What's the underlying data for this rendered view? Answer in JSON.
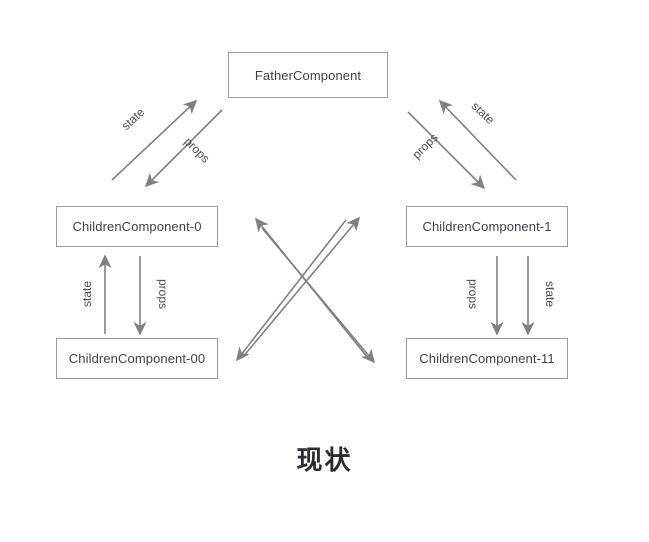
{
  "diagram": {
    "title": "现状",
    "stroke_color": "#808080",
    "box_border_color": "#9b9b9b",
    "text_color": "#3f3f46",
    "nodes": [
      {
        "id": "father",
        "label": "FatherComponent"
      },
      {
        "id": "child0",
        "label": "ChildrenComponent-0"
      },
      {
        "id": "child1",
        "label": "ChildrenComponent-1"
      },
      {
        "id": "child00",
        "label": "ChildrenComponent-00"
      },
      {
        "id": "child11",
        "label": "ChildrenComponent-11"
      }
    ],
    "edge_labels": {
      "left_top_state": "state",
      "left_top_props": "props",
      "right_top_state": "state",
      "right_top_props": "props",
      "left_bottom_state": "state",
      "left_bottom_props": "props",
      "right_bottom_props": "props",
      "right_bottom_state": "state"
    },
    "edges": [
      {
        "name": "child0-to-father-state",
        "label": "state",
        "direction": "up-right"
      },
      {
        "name": "father-to-child0-props",
        "label": "props",
        "direction": "down-left"
      },
      {
        "name": "child1-to-father-state",
        "label": "state",
        "direction": "up-left"
      },
      {
        "name": "father-to-child1-props",
        "label": "props",
        "direction": "down-right"
      },
      {
        "name": "child00-to-child0-state",
        "label": "state",
        "direction": "up"
      },
      {
        "name": "child0-to-child00-props",
        "label": "props",
        "direction": "down"
      },
      {
        "name": "child1-to-child11-props",
        "label": "props",
        "direction": "down"
      },
      {
        "name": "child1-to-child11-state",
        "label": "state",
        "direction": "down"
      },
      {
        "name": "cross-left-up",
        "label": "",
        "direction": "up-left"
      },
      {
        "name": "cross-right-up",
        "label": "",
        "direction": "up-right"
      },
      {
        "name": "cross-left-down",
        "label": "",
        "direction": "down-left"
      },
      {
        "name": "cross-right-down",
        "label": "",
        "direction": "down-right"
      }
    ]
  }
}
